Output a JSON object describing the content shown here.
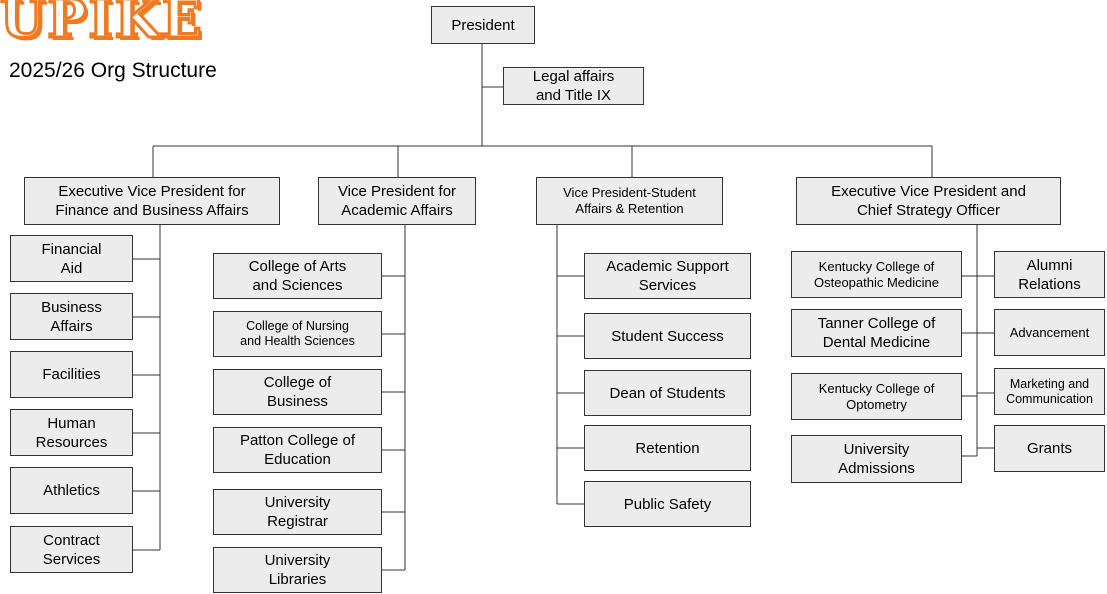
{
  "header": {
    "logo_text": "UPIKE",
    "subtitle": "2025/26 Org Structure"
  },
  "colors": {
    "brand": "#f07a21",
    "box_fill": "#ececec",
    "line": "#333333"
  },
  "org": {
    "president": "President",
    "legal": "Legal affairs\nand Title IX",
    "finance": {
      "head": "Executive Vice President for\nFinance and Business Affairs",
      "units": [
        "Financial\nAid",
        "Business\nAffairs",
        "Facilities",
        "Human\nResources",
        "Athletics",
        "Contract\nServices"
      ]
    },
    "academic": {
      "head": "Vice President for\nAcademic Affairs",
      "units": [
        "College of Arts\nand Sciences",
        "College of Nursing\nand Health Sciences",
        "College of\nBusiness",
        "Patton College of\nEducation",
        "University\nRegistrar",
        "University\nLibraries"
      ]
    },
    "student": {
      "head": "Vice President-Student\nAffairs & Retention",
      "units": [
        "Academic Support\nServices",
        "Student Success",
        "Dean of Students",
        "Retention",
        "Public Safety"
      ]
    },
    "strategy": {
      "head": "Executive Vice President and\nChief Strategy Officer",
      "left_units": [
        "Kentucky College of\nOsteopathic Medicine",
        "Tanner College of\nDental Medicine",
        "Kentucky College of\nOptometry",
        "University\nAdmissions"
      ],
      "right_units": [
        "Alumni\nRelations",
        "Advancement",
        "Marketing and\nCommunication",
        "Grants"
      ]
    }
  }
}
